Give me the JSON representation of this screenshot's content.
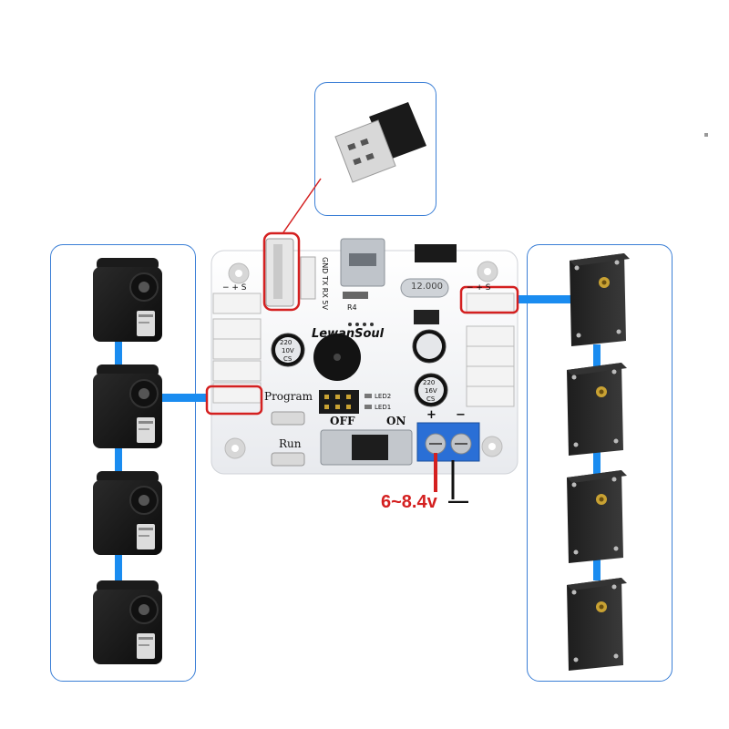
{
  "board": {
    "brand": "LewanSoul",
    "header_pins": "GND TX RX 5V",
    "r4": "R4",
    "crystal": "12.000",
    "cap1_line1": "220",
    "cap1_line2": "10V",
    "cap1_mark": "CS",
    "cap2_line1": "220",
    "cap2_line2": "16V",
    "cap2_mark": "CS",
    "program": "Program",
    "run": "Run",
    "off": "OFF",
    "on": "ON",
    "led1": "LED1",
    "led2": "LED2",
    "port_signs_left": "− + S",
    "port_signs_right": "− + S",
    "terminal_plus": "+",
    "terminal_minus": "−"
  },
  "power": {
    "voltage": "6~8.4v",
    "ground": "—"
  },
  "colors": {
    "panel_border": "#3b7fd6",
    "cable": "#1a8cf0",
    "highlight": "#d42020",
    "pcb": "#f4f5f7",
    "terminal": "#2a6fd6"
  }
}
